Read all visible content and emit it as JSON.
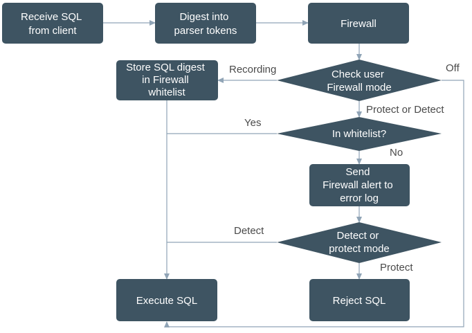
{
  "nodes": {
    "receive_sql": [
      "Receive SQL",
      "from client"
    ],
    "digest": [
      "Digest into",
      "parser tokens"
    ],
    "firewall": [
      "Firewall"
    ],
    "store_digest": [
      "Store  SQL digest",
      "in Firewall",
      "whitelist"
    ],
    "check_mode": [
      "Check user",
      "Firewall mode"
    ],
    "in_whitelist": [
      "In whitelist?"
    ],
    "send_alert": [
      "Send",
      "Firewall alert to",
      "error log"
    ],
    "detect_or_protect": [
      "Detect or",
      "protect mode"
    ],
    "execute_sql": [
      "Execute SQL"
    ],
    "reject_sql": [
      "Reject SQL"
    ]
  },
  "edge_labels": {
    "recording": "Recording",
    "off": "Off",
    "protect_or_detect": "Protect or Detect",
    "yes": "Yes",
    "no": "No",
    "detect": "Detect",
    "protect": "Protect"
  },
  "colors": {
    "node_fill": "#3e5462",
    "edge_stroke": "#90a4b6",
    "node_text": "#ffffff",
    "edge_text": "#4a4a4a"
  }
}
